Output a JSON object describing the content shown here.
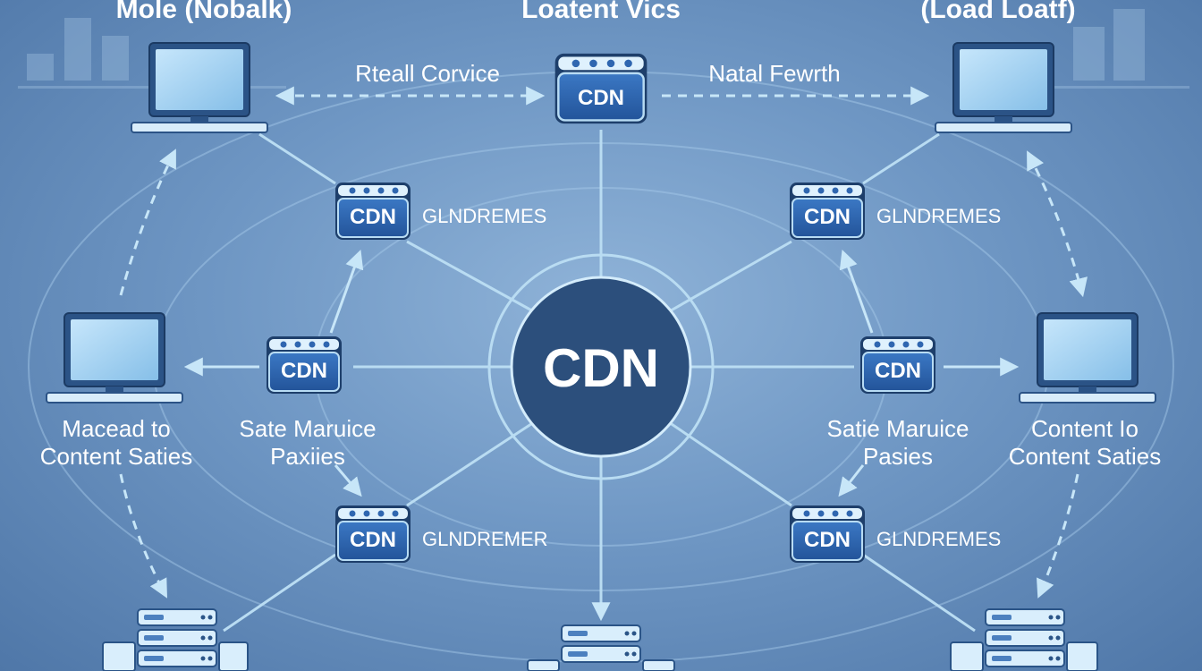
{
  "titles": {
    "top_left": "Mole (Nobalk)",
    "top_center": "Loatent Vics",
    "top_right": "(Load Loatf)"
  },
  "hub": {
    "label": "CDN"
  },
  "links": {
    "top_left": "Rteall Corvice",
    "top_right": "Natal Fewrth"
  },
  "nodes": {
    "top_center": "CDN",
    "upper_left": "CDN",
    "upper_right": "CDN",
    "mid_left": "CDN",
    "mid_right": "CDN",
    "lower_left": "CDN",
    "lower_right": "CDN"
  },
  "node_labels": {
    "upper_left": "GLNDREMES",
    "upper_right": "GLNDREMES",
    "lower_left": "GLNDREMER",
    "lower_right": "GLNDREMES"
  },
  "captions": {
    "left_line1": "Macead to",
    "left_line2": "Content Saties",
    "center_left_line1": "Sate Maruice",
    "center_left_line2": "Paxiies",
    "center_right_line1": "Satie Maruice",
    "center_right_line2": "Pasies",
    "right_line1": "Content Io",
    "right_line2": "Content Saties"
  },
  "colors": {
    "background": "#6f97c4",
    "hub": "#2c4f7c",
    "node_fill": "#2f66b0",
    "line": "#b9dcf2",
    "monitor_screen": "#9fd0f2"
  }
}
